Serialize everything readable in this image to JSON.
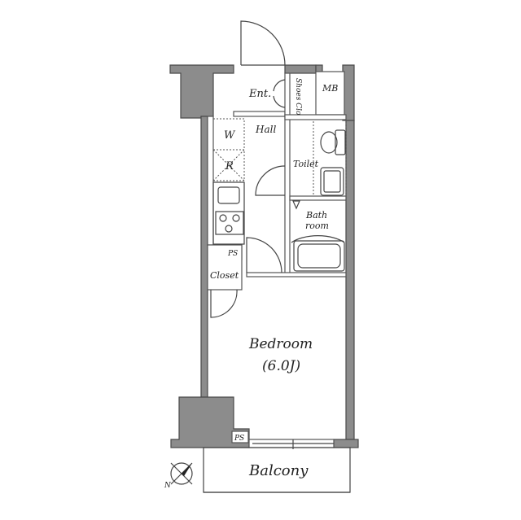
{
  "rooms": {
    "entrance": "Ent.",
    "shoes_closet": "Shoes Clo",
    "meter_box": "MB",
    "hall": "Hall",
    "washer": "W",
    "refrigerator": "R",
    "toilet": "Toilet",
    "bath_line1": "Bath",
    "bath_line2": "room",
    "pipe_space": "PS",
    "closet": "Closet",
    "bedroom": "Bedroom",
    "bedroom_size": "(6.0J)",
    "pipe_space_2": "PS",
    "balcony": "Balcony"
  },
  "compass": {
    "north": "N"
  }
}
